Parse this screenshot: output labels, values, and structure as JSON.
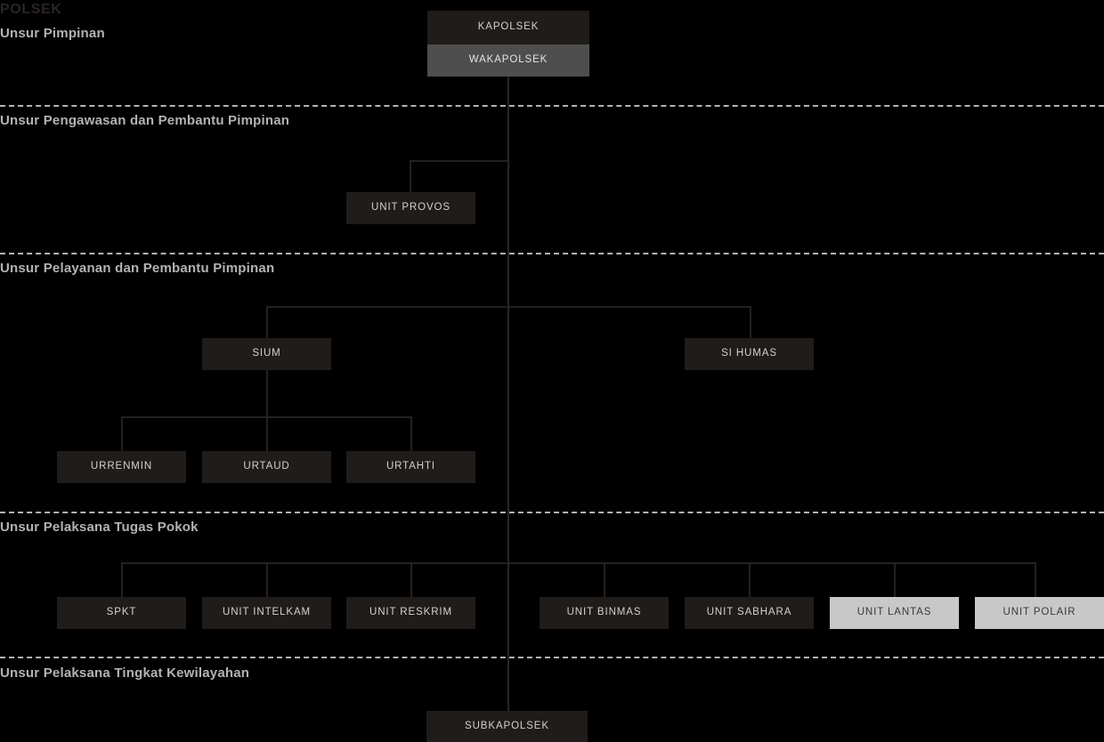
{
  "title": "POLSEK",
  "sections": [
    {
      "label": "Unsur Pimpinan"
    },
    {
      "label": "Unsur Pengawasan dan Pembantu Pimpinan"
    },
    {
      "label": "Unsur Pelayanan dan Pembantu Pimpinan"
    },
    {
      "label": "Unsur Pelaksana Tugas Pokok"
    },
    {
      "label": "Unsur Pelaksana Tingkat Kewilayahan"
    }
  ],
  "nodes": {
    "kapolsek": "KAPOLSEK",
    "wakapolsek": "WAKAPOLSEK",
    "unit_provos": "UNIT PROVOS",
    "sium": "SIUM",
    "si_humas": "SI HUMAS",
    "urrenmin": "URRENMIN",
    "urtaud": "URTAUD",
    "urtahti": "URTAHTI",
    "spkt": "SPKT",
    "unit_intelkam": "UNIT INTELKAM",
    "unit_reskrim": "UNIT RESKRIM",
    "unit_binmas": "UNIT BINMAS",
    "unit_sabhara": "UNIT SABHARA",
    "unit_lantas": "UNIT LANTAS",
    "unit_polair": "UNIT POLAIR",
    "subkapolsek": "SUBKAPOLSEK"
  },
  "colors": {
    "background": "#000000",
    "box_dark": "#201c1a",
    "box_mid": "#4e4e4e",
    "box_light": "#c8c8c8",
    "label_text": "#b3b3b3",
    "line": "#26211e"
  }
}
